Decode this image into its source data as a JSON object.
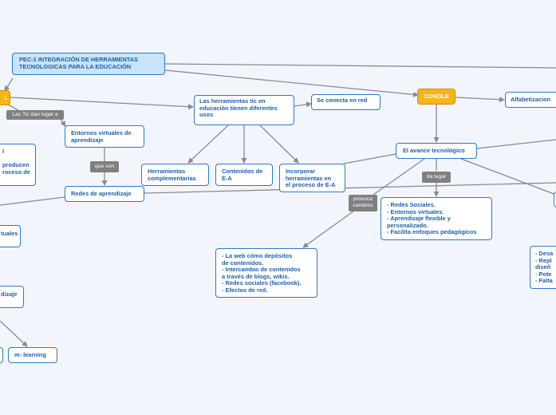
{
  "nodes": {
    "root": "PEC-1 INTEGRACIÓN DE HERRAMIENTAS\nTECNOLOGICAS PARA LA EDUCACIÓN",
    "left_accent": "L",
    "herramientas_tic": "Las herramientas tic en\neducación tienen diferentes\nusos",
    "se_conecta": "Se conecta en red",
    "conole": "CONOLE",
    "alfabetizacion": "Alfabetizacion",
    "entornos_virtuales": "Entornos virtuales de\naprendizaje",
    "left_box_1": "l\n\nproducen\nroceso de",
    "redes_aprendizaje": "Redes de aprendizaje",
    "herramientas_complementarias": "Herramientas\ncomplementarias",
    "contenidos_ea": "Contenidos de\nE-A",
    "incorporar": "Incorporar\nherramientas en\nel proceso de E-A",
    "avance_tecnologico": "El avance tecnológico",
    "lista_avance": "- Redes Sociales.\n- Entornos virtuales.\n- Aprendizaje flexible y\npersonalizado.\n- Facilita enfoques pedagógicos",
    "lista_web": "- La web cómo depósitos\nde contenidos.\n- Intercambio de contenidos\na través de blogs, wikis.\n- Redes sociales (facebook).\n- Efectos de red.",
    "left_tuales": "tuales",
    "left_dizaje": "dizaje",
    "m_learning": "m- learning",
    "right_list": "- Desa\n- Repl\ndiseñ\n- Pote\n- Falta"
  },
  "connectors": {
    "tic_dan_lugar": "Las Tic dan lugar a",
    "que_son": "que son",
    "da_lugar": "da lugar",
    "provoca_cambios": "provoca\ncambios"
  },
  "colors": {
    "background": "#f3f5fc",
    "node_border": "#2a7ac8",
    "node_text": "#1d5fa8",
    "root_fill": "#c8e3fa",
    "accent_fill": "#f7b51a",
    "connector_fill": "#808080",
    "edge": "#8a8a8a"
  }
}
